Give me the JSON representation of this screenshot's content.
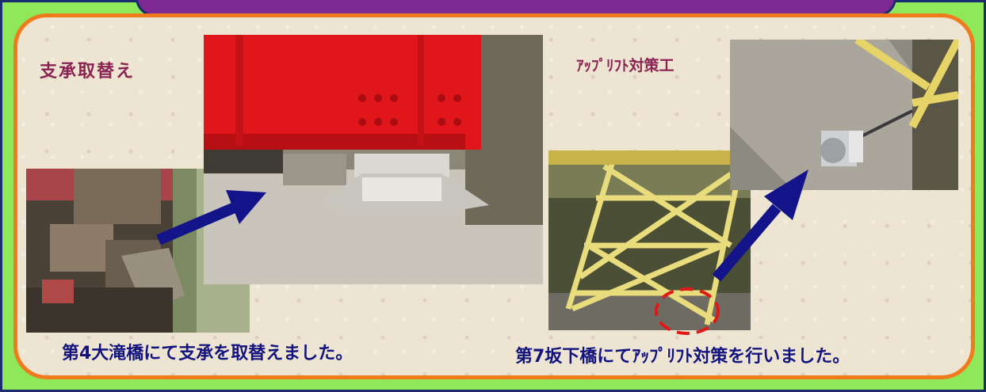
{
  "left_section": {
    "heading": "支承取替え",
    "caption": "第4大滝橋にて支承を取替えました。"
  },
  "right_section": {
    "heading": "ｱｯﾌﾟﾘﾌﾄ対策工",
    "caption": "第7坂下橋にてｱｯﾌﾟﾘﾌﾄ対策を行いました。"
  },
  "colors": {
    "frame_green": "#8ee85a",
    "panel_border": "#f07a1c",
    "heading_color": "#8a2352",
    "caption_color": "#12137e",
    "arrow_color": "#13148a",
    "highlight_circle": "#e01818"
  }
}
